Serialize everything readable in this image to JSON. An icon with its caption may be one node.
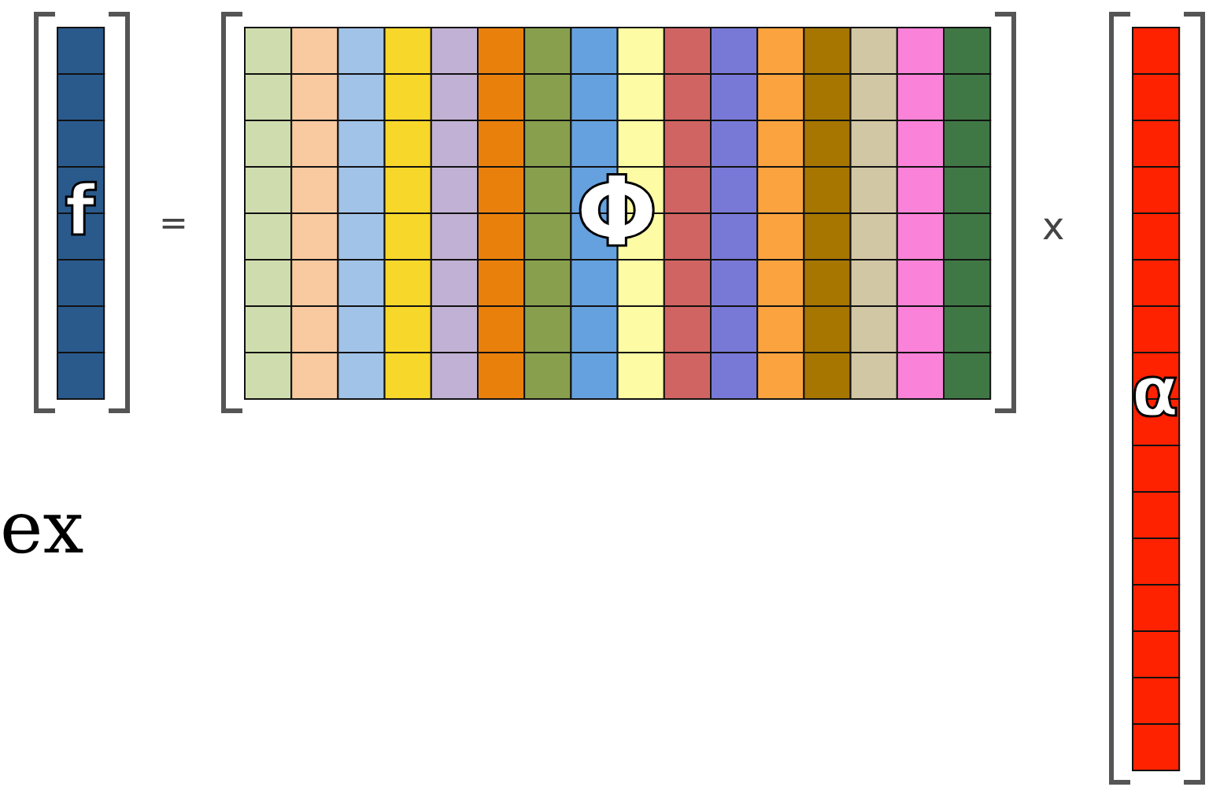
{
  "diagram": {
    "nodes": [
      {
        "text": [
          "f"
        ]
      },
      {
        "text": [
          "Φ"
        ]
      },
      {
        "text": [
          "α"
        ]
      }
    ],
    "labels": [
      "=",
      "x",
      "ex"
    ]
  }
}
